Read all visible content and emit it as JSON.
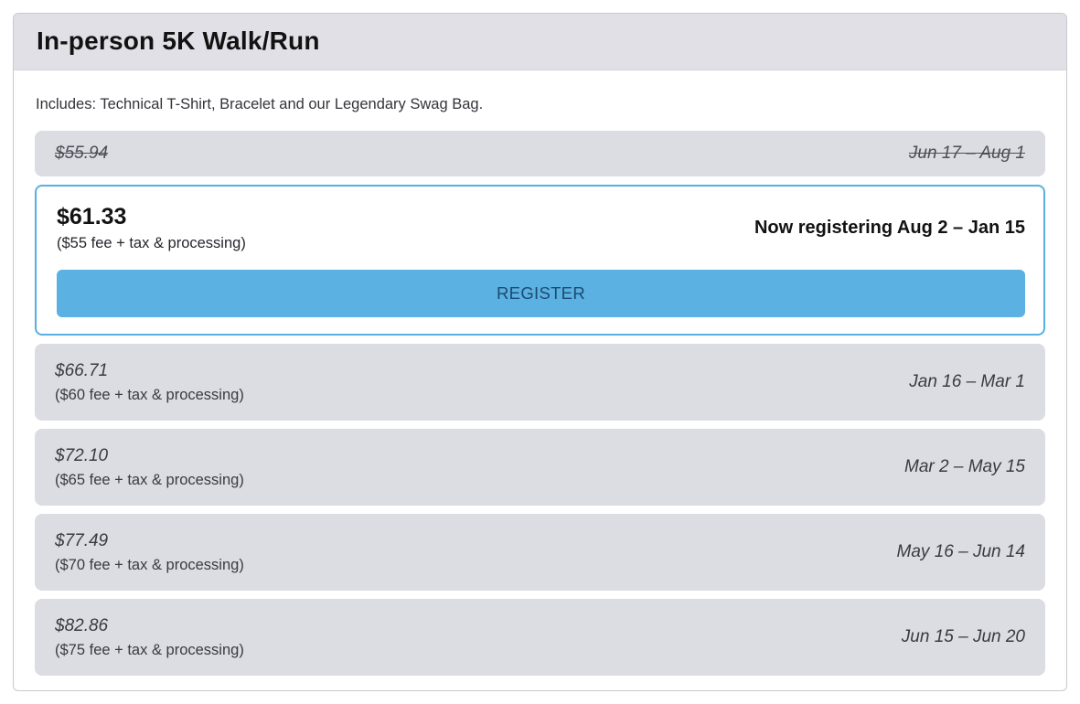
{
  "card": {
    "title": "In-person 5K Walk/Run",
    "description": "Includes: Technical T-Shirt, Bracelet and our Legendary Swag Bag.",
    "expired_tier": {
      "price": "$55.94",
      "dates": "Jun 17 – Aug 1"
    },
    "active_tier": {
      "price": "$61.33",
      "fee_note": "($55 fee + tax & processing)",
      "registering_label": "Now registering Aug 2 – Jan 15",
      "register_button_label": "REGISTER"
    },
    "upcoming_tiers": [
      {
        "price": "$66.71",
        "fee_note": "($60 fee + tax & processing)",
        "dates": "Jan 16 – Mar 1"
      },
      {
        "price": "$72.10",
        "fee_note": "($65 fee + tax & processing)",
        "dates": "Mar 2 – May 15"
      },
      {
        "price": "$77.49",
        "fee_note": "($70 fee + tax & processing)",
        "dates": "May 16 – Jun 14"
      },
      {
        "price": "$82.86",
        "fee_note": "($75 fee + tax & processing)",
        "dates": "Jun 15 – Jun 20"
      }
    ],
    "colors": {
      "accent_blue": "#5bb1e1",
      "active_border_blue": "#57b0e3",
      "button_text_navy": "#1b4a72",
      "row_gray": "#dcdce3",
      "header_gray": "#e0e0e6"
    }
  }
}
